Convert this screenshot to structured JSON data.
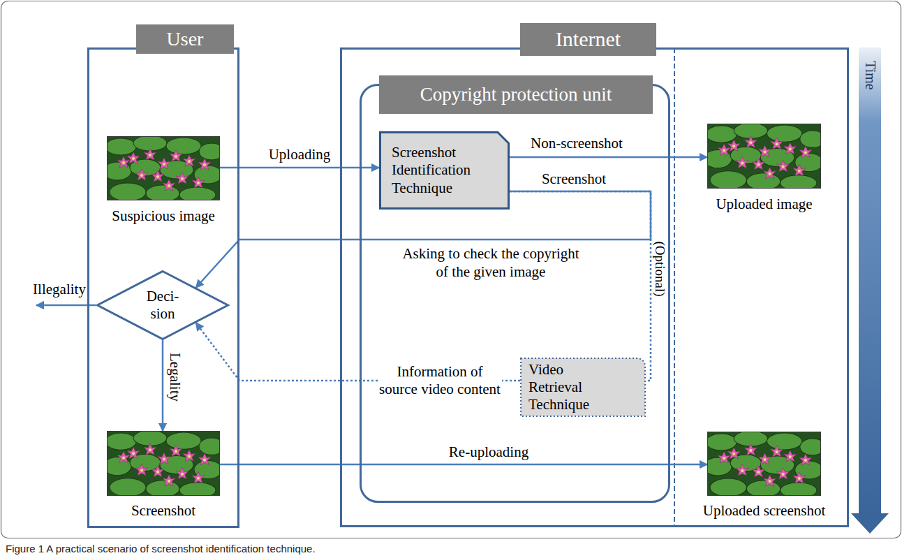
{
  "diagram": {
    "caption": "Figure 1 A practical scenario of screenshot identification technique.",
    "nodes": [
      {
        "text": [
          "User"
        ]
      },
      {
        "text": [
          "Suspicious image"
        ],
        "in": 0
      },
      {
        "text": [
          "Deci- sion"
        ],
        "in": 0
      },
      {
        "text": [
          "Screenshot"
        ],
        "in": 0
      },
      {
        "text": [
          "Internet"
        ]
      },
      {
        "text": [
          "Copyright protection unit"
        ],
        "in": 4
      },
      {
        "text": [
          "Screenshot Identification Technique"
        ],
        "in": 5
      },
      {
        "text": [
          "Video Retrieval Technique"
        ],
        "in": 5
      },
      {
        "text": [
          "Uploaded image"
        ],
        "in": 4
      },
      {
        "text": [
          "Uploaded screenshot"
        ],
        "in": 4
      }
    ],
    "edges": [
      {
        "from": 1,
        "to": 6,
        "arrow": "to",
        "label": "Uploading"
      },
      {
        "from": 6,
        "to": 8,
        "arrow": "to",
        "label": "Non-screenshot"
      },
      {
        "from": 6,
        "to": 2,
        "arrow": "to",
        "label": "Screenshot"
      },
      {
        "from": 6,
        "to": 7,
        "arrow": "none",
        "label": "(Optional)"
      },
      {
        "from": 7,
        "to": 2,
        "arrow": "to",
        "label": "Information of source video content"
      },
      {
        "from": 2,
        "to": 3,
        "arrow": "to",
        "label": "Legality"
      },
      {
        "from": 3,
        "to": 9,
        "arrow": "to",
        "label": "Re-uploading"
      }
    ],
    "labels": [
      "Asking to check the copyright of the given image",
      "Illegality",
      "Time"
    ]
  }
}
